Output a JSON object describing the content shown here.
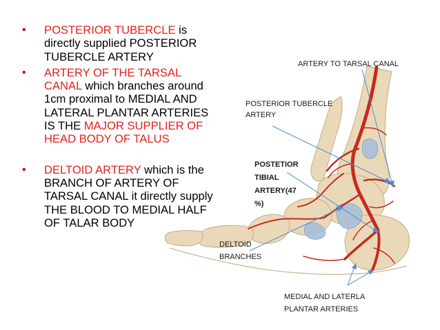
{
  "bullets": [
    {
      "segments": [
        {
          "text": "POSTERIOR TUBERCLE",
          "color": "red"
        },
        {
          "text": " is directly supplied POSTERIOR TUBERCLE ARTERY",
          "color": "black"
        }
      ]
    },
    {
      "segments": [
        {
          "text": "ARTERY OF THE TARSAL CANAL",
          "color": "red"
        },
        {
          "text": " which branches around 1cm proximal to MEDIAL AND LATERAL PLANTAR ARTERIES IS THE ",
          "color": "black"
        },
        {
          "text": "MAJOR SUPPLIER OF HEAD BODY OF TALUS",
          "color": "red"
        }
      ]
    },
    {
      "segments": [
        {
          "text": "DELTOID ARTERY",
          "color": "red"
        },
        {
          "text": " which is the BRANCH OF ARTERY OF TARSAL CANAL it directly supply THE BLOOD TO MEDIAL HALF OF TALAR BODY",
          "color": "black"
        }
      ]
    }
  ],
  "diagram": {
    "label_artery_tarsal_canal": "ARTERY TO TARSAL CANAL",
    "label_posterior_tubercle_artery_line1": "POSTERIOR TUBERCLE",
    "label_posterior_tubercle_artery_line2": "ARTERY",
    "label_posterior_tibial_line1": "POSTETIOR",
    "label_posterior_tibial_line2": "TIBIAL",
    "label_posterior_tibial_line3": "ARTERY(47",
    "label_posterior_tibial_line4": "%)",
    "label_deltoid_line1": "DELTOID",
    "label_deltoid_line2": "BRANCHES",
    "label_plantar_line1": "MEDIAL AND LATERLA",
    "label_plantar_line2": "PLANTAR ARTERIES"
  },
  "colors": {
    "accent_red": "#e2211c",
    "bullet_red": "#c00000",
    "bone": "#ead9b8",
    "artery": "#c62a1f",
    "ligament": "#a9bfd9",
    "leader": "#4a8fd1"
  }
}
